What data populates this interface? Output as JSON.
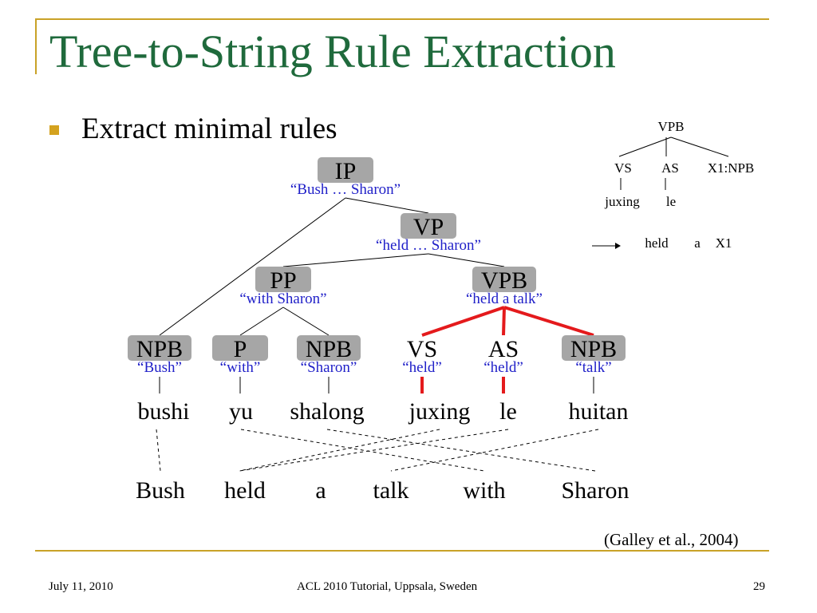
{
  "slide": {
    "title": "Tree-to-String Rule Extraction",
    "bullet": "Extract minimal rules",
    "citation": "(Galley et al., 2004)"
  },
  "footer": {
    "date": "July 11, 2010",
    "venue": "ACL 2010 Tutorial, Uppsala, Sweden",
    "page": "29"
  },
  "tree": {
    "nodes": {
      "ip": {
        "label": "IP",
        "span": "“Bush … Sharon”",
        "boxed": true
      },
      "vp": {
        "label": "VP",
        "span": "“held … Sharon”",
        "boxed": true
      },
      "pp": {
        "label": "PP",
        "span": "“with Sharon”",
        "boxed": true
      },
      "vpb": {
        "label": "VPB",
        "span": "“held a talk”",
        "boxed": true
      },
      "npb_bush": {
        "label": "NPB",
        "span": "“Bush”",
        "boxed": true
      },
      "p": {
        "label": "P",
        "span": "“with”",
        "boxed": true
      },
      "npb_sharon": {
        "label": "NPB",
        "span": "“Sharon”",
        "boxed": true
      },
      "vs": {
        "label": "VS",
        "span": "“held”",
        "boxed": false
      },
      "as": {
        "label": "AS",
        "span": "“held”",
        "boxed": false
      },
      "npb_talk": {
        "label": "NPB",
        "span": "“talk”",
        "boxed": true
      }
    },
    "source_words": [
      "bushi",
      "yu",
      "shalong",
      "juxing",
      "le",
      "huitan"
    ],
    "target_words": [
      "Bush",
      "held",
      "a",
      "talk",
      "with",
      "Sharon"
    ],
    "alignments": [
      [
        0,
        0
      ],
      [
        1,
        4
      ],
      [
        2,
        5
      ],
      [
        3,
        1
      ],
      [
        4,
        1
      ],
      [
        5,
        3
      ]
    ],
    "highlight_color": "#e41a1c",
    "box_color": "#a6a6a6",
    "span_color": "#1f1fc8"
  },
  "rule": {
    "lhs_root": "VPB",
    "lhs_children": [
      "VS",
      "AS",
      "X1:NPB"
    ],
    "lhs_leaves": [
      "juxing",
      "le"
    ],
    "rhs": [
      "held",
      "a",
      "X1"
    ]
  }
}
